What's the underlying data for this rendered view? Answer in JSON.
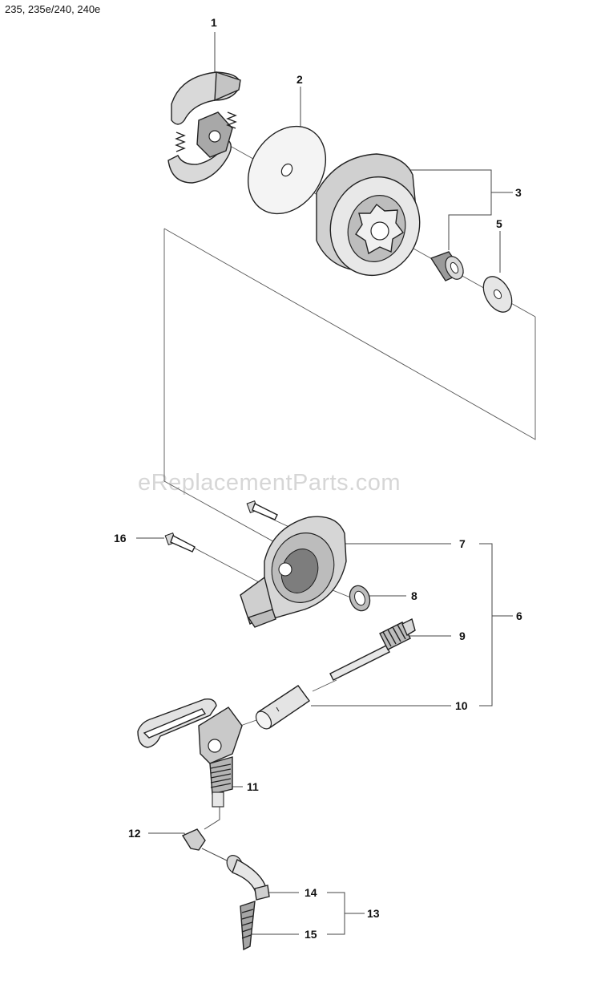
{
  "title": "235, 235e/240, 240e",
  "watermark": "eReplacementParts.com",
  "callouts": {
    "c1": "1",
    "c2": "2",
    "c3": "3",
    "c5": "5",
    "c6": "6",
    "c7": "7",
    "c8": "8",
    "c9": "9",
    "c10": "10",
    "c11": "11",
    "c12": "12",
    "c13": "13",
    "c14": "14",
    "c15": "15",
    "c16": "16"
  },
  "colors": {
    "line": "#444444",
    "part_fill": "#d9d9d9",
    "part_shade": "#a8a8a8",
    "watermark": "#d6d6d6"
  },
  "parts": [
    {
      "ref": "1",
      "icon": "clutch-shoe-assembly-icon"
    },
    {
      "ref": "2",
      "icon": "washer-disc-icon"
    },
    {
      "ref": "3",
      "icon": "clutch-drum-sprocket-icon"
    },
    {
      "ref": "5",
      "icon": "small-washer-icon"
    },
    {
      "ref": "7",
      "icon": "oil-pump-housing-icon"
    },
    {
      "ref": "8",
      "icon": "spring-icon"
    },
    {
      "ref": "9",
      "icon": "worm-gear-shaft-icon"
    },
    {
      "ref": "10",
      "icon": "pin-sleeve-icon"
    },
    {
      "ref": "11",
      "icon": "pump-piston-icon"
    },
    {
      "ref": "12",
      "icon": "elbow-fitting-icon"
    },
    {
      "ref": "14",
      "icon": "oil-hose-icon"
    },
    {
      "ref": "15",
      "icon": "oil-filter-icon"
    },
    {
      "ref": "16",
      "icon": "screw-icon"
    }
  ]
}
